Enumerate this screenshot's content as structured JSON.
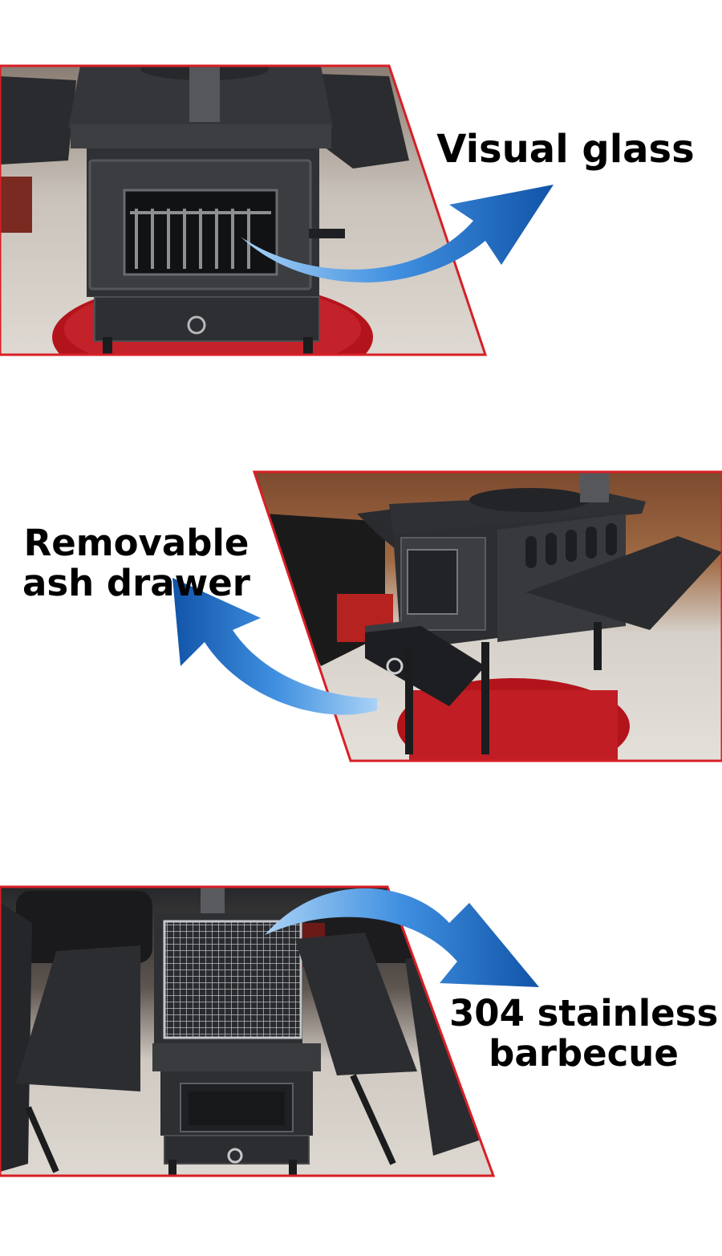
{
  "features": [
    {
      "label_lines": [
        "Visual glass"
      ]
    },
    {
      "label_lines": [
        "Removable",
        "ash drawer"
      ]
    },
    {
      "label_lines": [
        "304 stainless",
        "barbecue"
      ]
    }
  ],
  "colors": {
    "border": "#d81f26",
    "floor": "#d8d3cc",
    "turntable": "#b3141c",
    "stove_body": "#2c2d30",
    "stove_panel": "#3a3b3f",
    "arrow_dark": "#1154a8",
    "arrow_light": "#4fa0ec",
    "label_text": "#000000"
  },
  "icons": {
    "arrow": "curved-arrow-icon"
  }
}
